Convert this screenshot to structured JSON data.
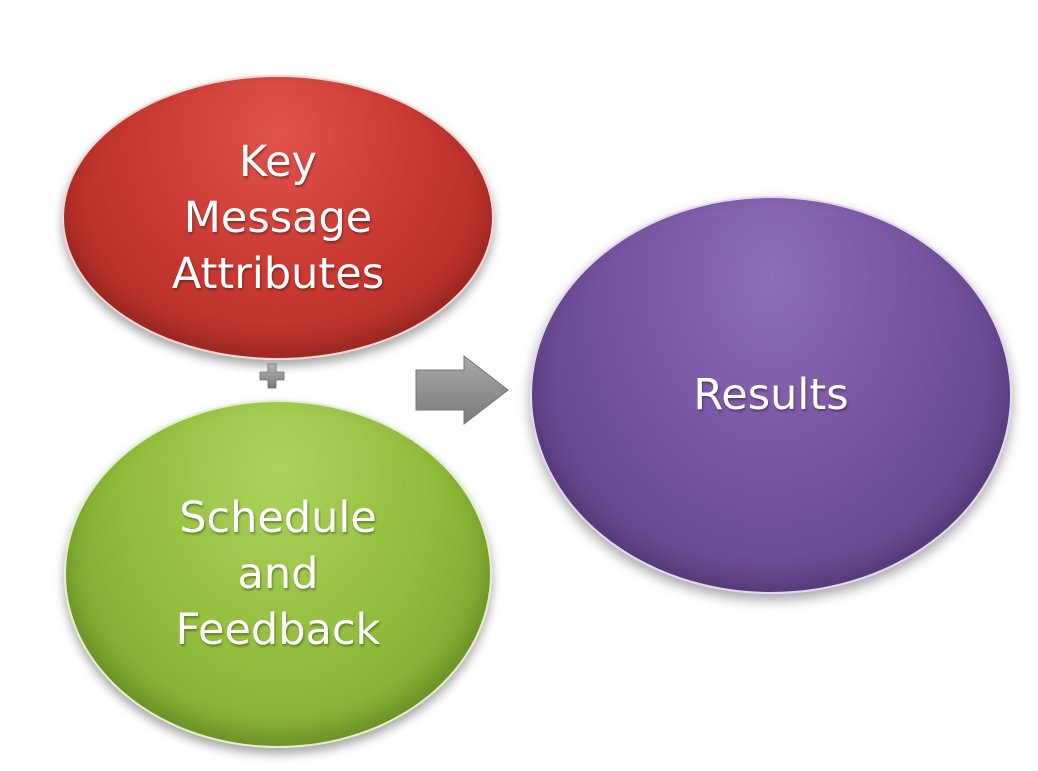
{
  "nodes": {
    "key_message": {
      "lines": [
        "Key",
        "Message",
        "Attributes"
      ]
    },
    "schedule_feedback": {
      "lines": [
        "Schedule",
        "and",
        "Feedback"
      ]
    },
    "results": {
      "lines": [
        "Results"
      ]
    }
  },
  "connectors": {
    "plus_icon": "plus-icon",
    "arrow_icon": "arrow-right-icon"
  },
  "colors": {
    "red": "#c93a32",
    "green": "#93bd3d",
    "purple": "#74529e",
    "connector_gray": "#8c8c8c"
  }
}
